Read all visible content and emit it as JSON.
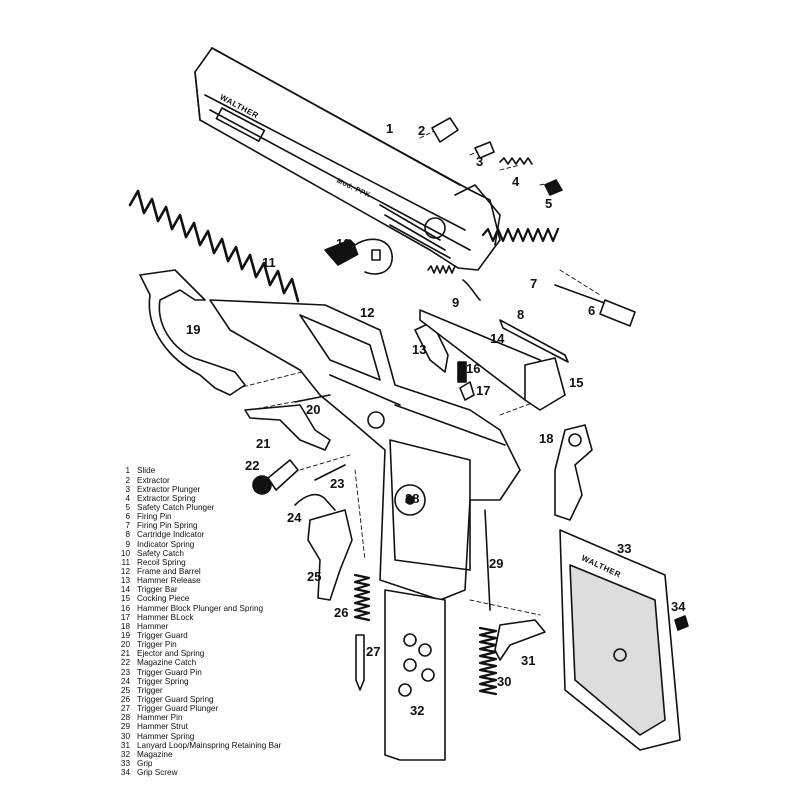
{
  "diagram": {
    "callouts": [
      "1",
      "2",
      "3",
      "4",
      "5",
      "6",
      "7",
      "8",
      "9",
      "10",
      "11",
      "12",
      "13",
      "14",
      "15",
      "16",
      "17",
      "18",
      "19",
      "20",
      "21",
      "22",
      "23",
      "24",
      "25",
      "26",
      "27",
      "28",
      "29",
      "30",
      "31",
      "32",
      "33",
      "34"
    ],
    "markings": {
      "slide_logo": "WALTHER",
      "slide_model": "Mod. PPK",
      "grip_logo": "WALTHER"
    }
  },
  "legend": [
    {
      "num": "1",
      "label": "Slide"
    },
    {
      "num": "2",
      "label": "Extractor"
    },
    {
      "num": "3",
      "label": "Extractor Plunger"
    },
    {
      "num": "4",
      "label": "Extractor Spring"
    },
    {
      "num": "5",
      "label": "Safety Catch Plunger"
    },
    {
      "num": "6",
      "label": "Firing Pin"
    },
    {
      "num": "7",
      "label": "Firing Pin Spring"
    },
    {
      "num": "8",
      "label": "Cartridge Indicator"
    },
    {
      "num": "9",
      "label": "Indicator Spring"
    },
    {
      "num": "10",
      "label": "Safety Catch"
    },
    {
      "num": "11",
      "label": "Recoil Spring"
    },
    {
      "num": "12",
      "label": "Frame and Barrel"
    },
    {
      "num": "13",
      "label": "Hammer Release"
    },
    {
      "num": "14",
      "label": "Trigger Bar"
    },
    {
      "num": "15",
      "label": "Cocking Piece"
    },
    {
      "num": "16",
      "label": "Hammer Block Plunger and Spring"
    },
    {
      "num": "17",
      "label": "Hammer BLock"
    },
    {
      "num": "18",
      "label": "Hammer"
    },
    {
      "num": "19",
      "label": "Trigger Guard"
    },
    {
      "num": "20",
      "label": "Trigger Pin"
    },
    {
      "num": "21",
      "label": "Ejector and Spring"
    },
    {
      "num": "22",
      "label": "Magazine Catch"
    },
    {
      "num": "23",
      "label": "Trigger Guard Pin"
    },
    {
      "num": "24",
      "label": "Trigger Spring"
    },
    {
      "num": "25",
      "label": "Trigger"
    },
    {
      "num": "26",
      "label": "Trigger Guard Spring"
    },
    {
      "num": "27",
      "label": "Trigger Guard Plunger"
    },
    {
      "num": "28",
      "label": "Hammer Pin"
    },
    {
      "num": "29",
      "label": "Hammer Strut"
    },
    {
      "num": "30",
      "label": "Hammer Spring"
    },
    {
      "num": "31",
      "label": "Lanyard Loop/Mainspring Retaining Bar"
    },
    {
      "num": "32",
      "label": "Magazine"
    },
    {
      "num": "33",
      "label": "Grip"
    },
    {
      "num": "34",
      "label": "Grip Screw"
    }
  ]
}
